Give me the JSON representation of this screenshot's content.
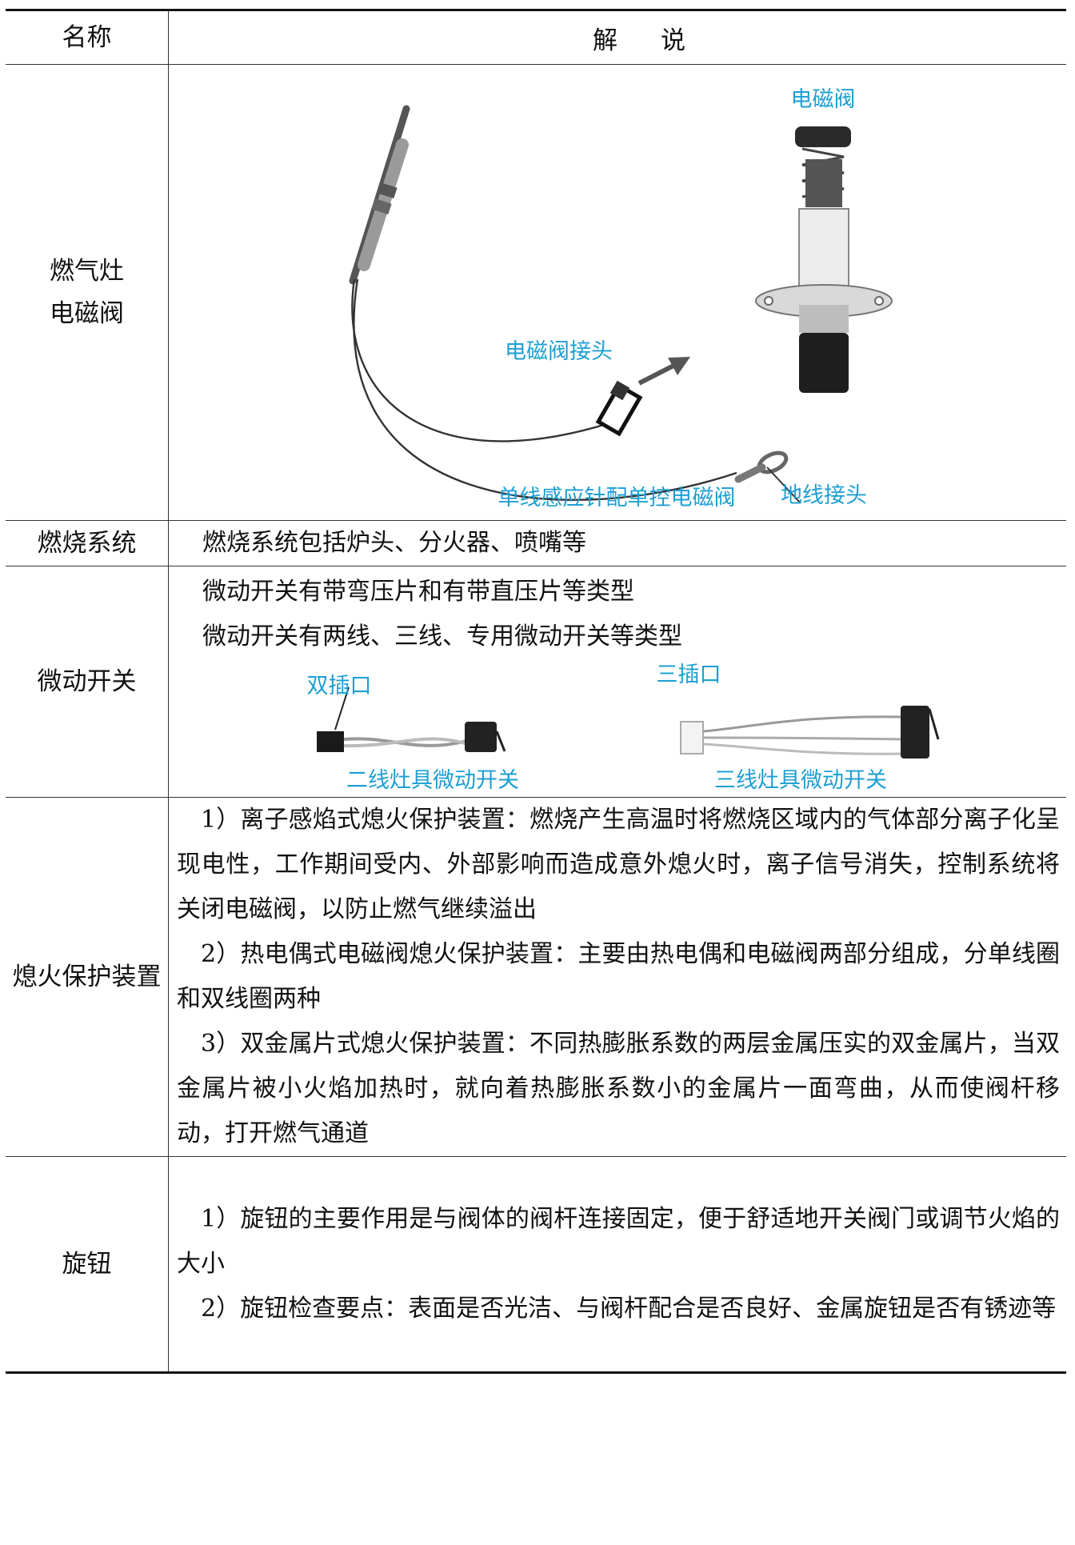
{
  "header": {
    "name": "名称",
    "desc_a": "解",
    "desc_b": "说"
  },
  "rows": {
    "valve": {
      "name_line1": "燃气灶",
      "name_line2": "电磁阀",
      "labels": {
        "solenoid": "电磁阀",
        "connector": "电磁阀接头",
        "ground": "地线接头",
        "caption": "单线感应针配单控电磁阀"
      }
    },
    "combustion": {
      "name": "燃烧系统",
      "text": "燃烧系统包括炉头、分火器、喷嘴等"
    },
    "microswitch": {
      "name": "微动开关",
      "line1": "微动开关有带弯压片和有带直压片等类型",
      "line2": "微动开关有两线、三线、专用微动开关等类型",
      "labels": {
        "two_port": "双插口",
        "three_port": "三插口",
        "two_caption": "二线灶具微动开关",
        "three_caption": "三线灶具微动开关"
      }
    },
    "flameout": {
      "name": "熄火保护装置",
      "p1": "1）离子感焰式熄火保护装置：燃烧产生高温时将燃烧区域内的气体部分离子化呈现电性，工作期间受内、外部影响而造成意外熄火时，离子信号消失，控制系统将关闭电磁阀，以防止燃气继续溢出",
      "p2": "2）热电偶式电磁阀熄火保护装置：主要由热电偶和电磁阀两部分组成，分单线圈和双线圈两种",
      "p3": "3）双金属片式熄火保护装置：不同热膨胀系数的两层金属压实的双金属片，当双金属片被小火焰加热时，就向着热膨胀系数小的金属片一面弯曲，从而使阀杆移动，打开燃气通道"
    },
    "knob": {
      "name": "旋钮",
      "p1": "1）旋钮的主要作用是与阀体的阀杆连接固定，便于舒适地开关阀门或调节火焰的大小",
      "p2": "2）旋钮检查要点：表面是否光洁、与阀杆配合是否良好、金属旋钮是否有锈迹等"
    }
  }
}
